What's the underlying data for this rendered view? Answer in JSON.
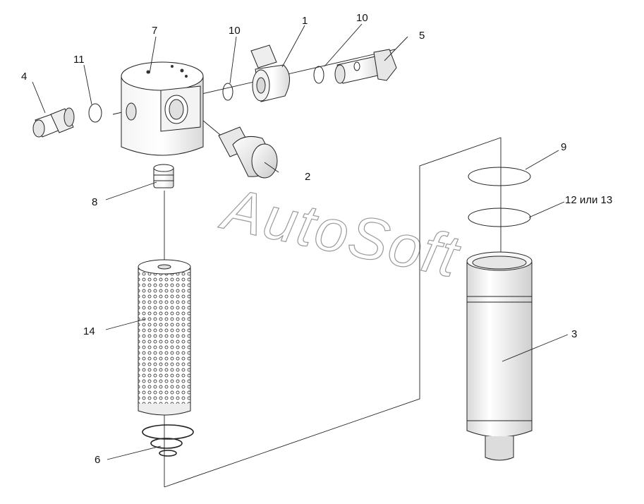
{
  "watermark": "AutoSoft",
  "callouts": {
    "c1": "1",
    "c2": "2",
    "c3": "3",
    "c4": "4",
    "c5": "5",
    "c6": "6",
    "c7": "7",
    "c8": "8",
    "c9": "9",
    "c10a": "10",
    "c10b": "10",
    "c11": "11",
    "c12": "12 или 13",
    "c14": "14"
  }
}
